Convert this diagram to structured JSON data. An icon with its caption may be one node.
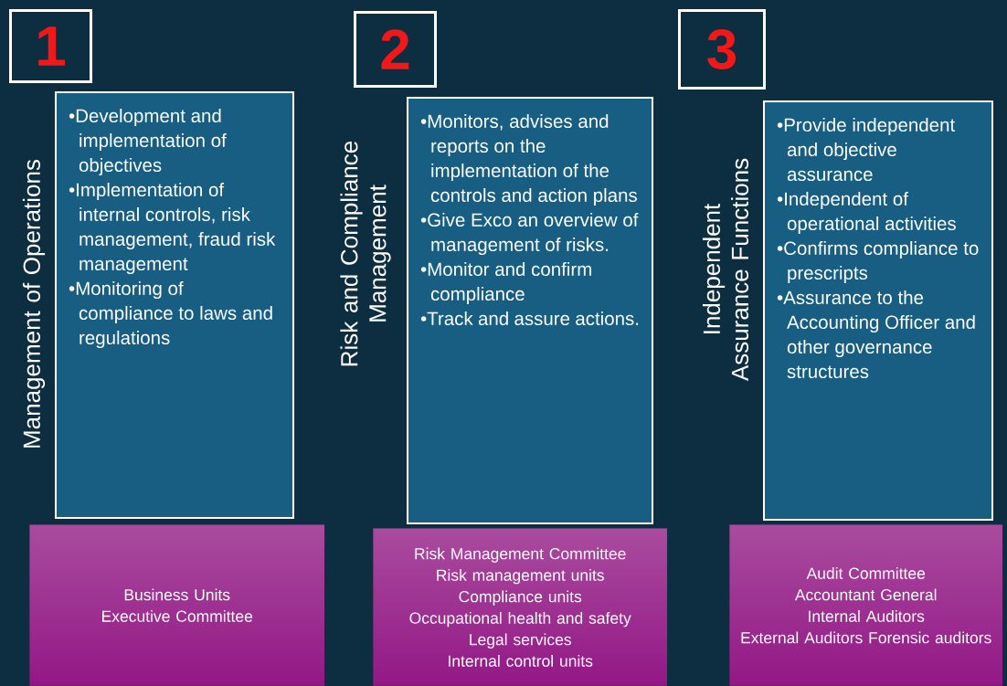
{
  "diagram": {
    "nodes": [
      {
        "text": [
          "1"
        ]
      },
      {
        "text": [
          "Management of Operations",
          "•Development and implementation of objectives",
          "•Implementation of internal controls, risk management, fraud risk management",
          "•Monitoring of compliance to laws and regulations"
        ]
      },
      {
        "text": [
          "Business Units",
          "Executive Committee"
        ]
      },
      {
        "text": [
          "2"
        ]
      },
      {
        "text": [
          "Risk and Compliance Management",
          "•Monitors, advises and reports on the implementation of the controls and action plans",
          "•Give Exco an overview of management of risks.",
          "•Monitor and confirm compliance",
          "•Track and assure actions."
        ]
      },
      {
        "text": [
          "Risk Management Committee",
          "Risk management units",
          "Compliance units",
          "Occupational health and safety",
          "Legal services",
          "Internal control units"
        ]
      },
      {
        "text": [
          "3"
        ]
      },
      {
        "text": [
          "Independent Assurance Functions",
          "•Provide independent and objective assurance",
          "•Independent of operational activities",
          "•Confirms compliance to prescripts",
          "•Assurance to the Accounting Officer and other governance structures"
        ]
      },
      {
        "text": [
          "Audit Committee",
          "Accountant General",
          "Internal Auditors",
          "External Auditors Forensic auditors"
        ]
      }
    ]
  }
}
